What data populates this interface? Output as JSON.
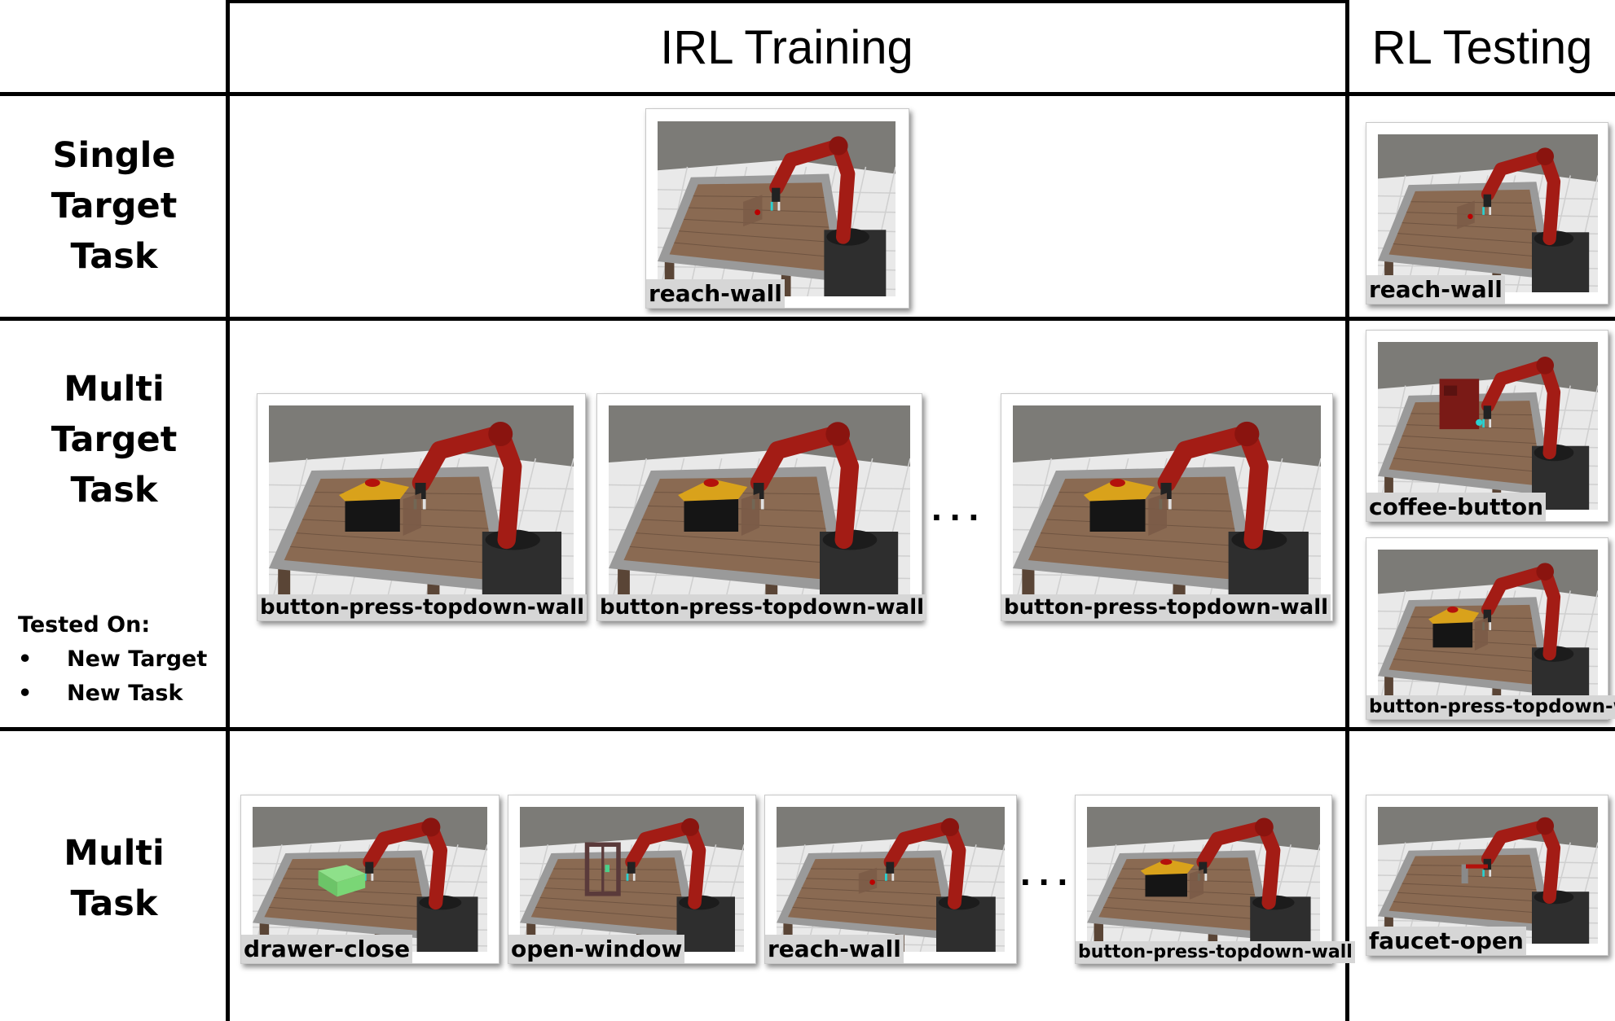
{
  "headers": {
    "irl_training": "IRL Training",
    "rl_testing": "RL Testing"
  },
  "rows": {
    "single": {
      "label_lines": [
        "Single",
        "Target",
        "Task"
      ]
    },
    "multi_target": {
      "label_lines": [
        "Multi",
        "Target",
        "Task"
      ],
      "tested_on_title": "Tested On:",
      "tested_on_items": [
        "New Target",
        "New Task"
      ]
    },
    "multi_task": {
      "label_lines": [
        "Multi",
        "Task"
      ]
    }
  },
  "ellipsis": "...",
  "cards": {
    "single_train": {
      "caption": "reach-wall",
      "scene": "reach"
    },
    "single_test": {
      "caption": "reach-wall",
      "scene": "reach"
    },
    "mt_train_1": {
      "caption": "button-press-topdown-wall",
      "scene": "button"
    },
    "mt_train_2": {
      "caption": "button-press-topdown-wall",
      "scene": "button"
    },
    "mt_train_3": {
      "caption": "button-press-topdown-wall",
      "scene": "button"
    },
    "mt_test_1": {
      "caption": "coffee-button",
      "scene": "coffee"
    },
    "mt_test_2": {
      "caption": "button-press-topdown-wall",
      "scene": "button"
    },
    "mtask_train_1": {
      "caption": "drawer-close",
      "scene": "drawer"
    },
    "mtask_train_2": {
      "caption": "open-window",
      "scene": "window"
    },
    "mtask_train_3": {
      "caption": "reach-wall",
      "scene": "reach"
    },
    "mtask_train_4": {
      "caption": "button-press-topdown-wall",
      "scene": "button"
    },
    "mtask_test_1": {
      "caption": "faucet-open",
      "scene": "faucet"
    }
  },
  "colors": {
    "robot": "#a31c15",
    "table_wood": "#8a6a52",
    "floor": "#e9e9e9",
    "sky": "#7c7b77"
  }
}
